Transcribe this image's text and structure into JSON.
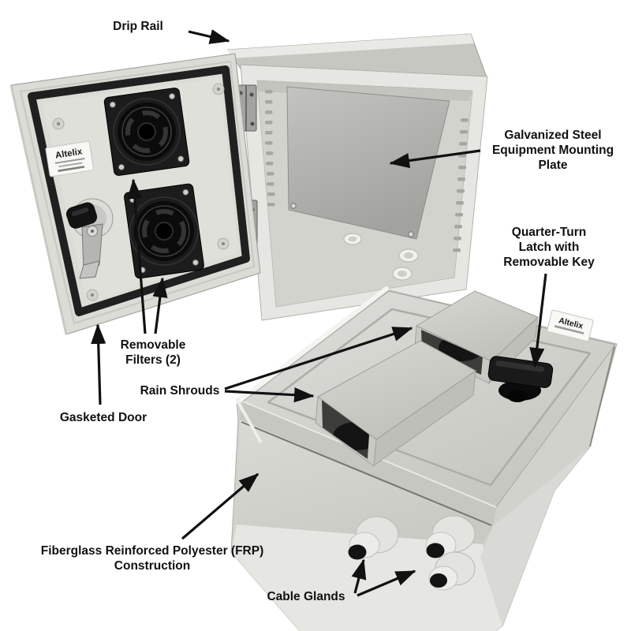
{
  "product": {
    "brand": "Altelix"
  },
  "callouts": {
    "drip_rail": {
      "lines": [
        "Drip Rail"
      ]
    },
    "mounting_plate": {
      "lines": [
        "Galvanized Steel",
        "Equipment Mounting",
        "Plate"
      ]
    },
    "quarter_turn_latch": {
      "lines": [
        "Quarter-Turn",
        "Latch with",
        "Removable Key"
      ]
    },
    "removable_filters": {
      "lines": [
        "Removable",
        "Filters (2)"
      ]
    },
    "rain_shrouds": {
      "lines": [
        "Rain Shrouds"
      ]
    },
    "gasketed_door": {
      "lines": [
        "Gasketed Door"
      ]
    },
    "frp_construction": {
      "lines": [
        "Fiberglass Reinforced Polyester (FRP)",
        "Construction"
      ]
    },
    "cable_glands": {
      "lines": [
        "Cable Glands"
      ]
    }
  },
  "colors": {
    "background": "#ffffff",
    "enclosure_light_gray": "#d7d7d2",
    "mounting_plate_gray": "#aeafab",
    "hardware_black": "#151515",
    "callout_text": "#111111",
    "sticker_white": "#f8f8f5"
  }
}
